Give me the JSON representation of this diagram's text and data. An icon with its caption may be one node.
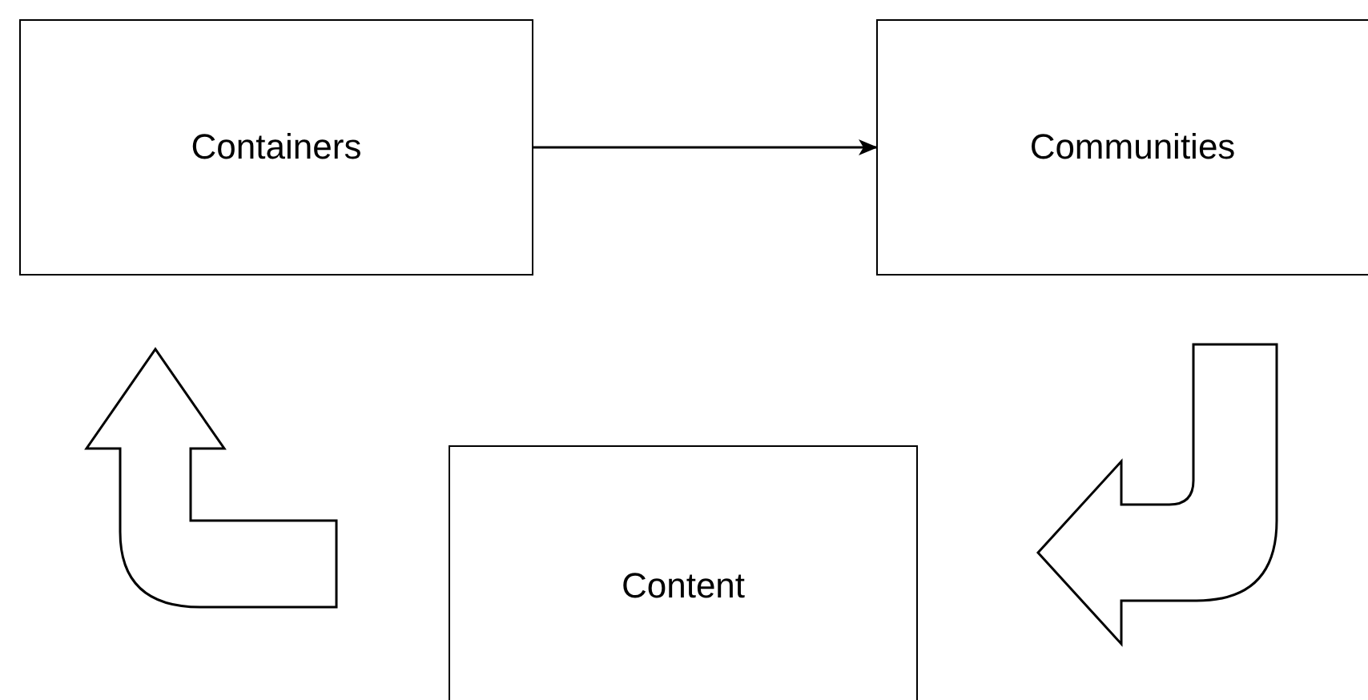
{
  "diagram": {
    "nodes": [
      {
        "text": [
          "Containers"
        ]
      },
      {
        "text": [
          "Communities"
        ]
      },
      {
        "text": [
          "Content"
        ]
      }
    ],
    "edges": [
      {
        "from": 0,
        "to": 1,
        "arrow": "to"
      },
      {
        "from": 1,
        "to": 2,
        "arrow": "to",
        "style": "thick"
      },
      {
        "from": 2,
        "to": 0,
        "arrow": "to",
        "style": "thick"
      }
    ]
  }
}
